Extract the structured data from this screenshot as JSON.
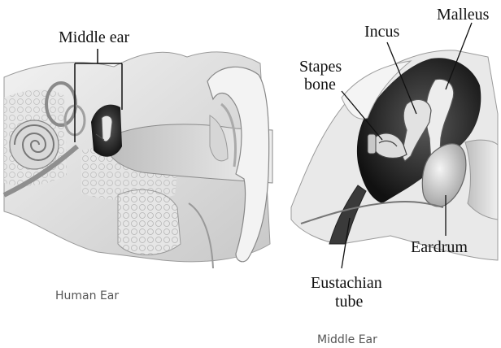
{
  "left_panel": {
    "label_middle_ear": "Middle ear",
    "caption": "Human Ear"
  },
  "right_panel": {
    "labels": {
      "incus": "Incus",
      "malleus": "Malleus",
      "stapes_line1": "Stapes",
      "stapes_line2": "bone",
      "eardrum": "Eardrum",
      "eustachian_line1": "Eustachian",
      "eustachian_line2": "tube"
    },
    "caption": "Middle Ear"
  }
}
